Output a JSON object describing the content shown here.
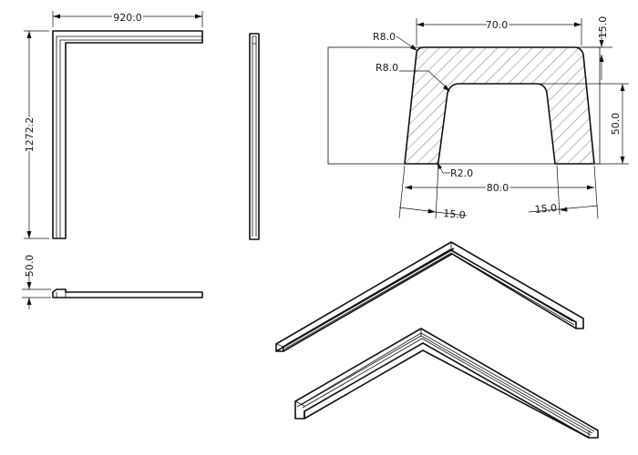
{
  "drawing": {
    "front_view": {
      "width_label": "920.0",
      "height_label": "1272.2"
    },
    "bottom_view": {
      "height_label": "50.0"
    },
    "section": {
      "top_width_label": "70.0",
      "top_offset_label": "15.0",
      "height_label": "50.0",
      "bottom_width_label": "80.0",
      "left_wall_label": "15.0",
      "right_wall_label": "15.0",
      "outer_radius_label": "R8.0",
      "inner_radius_label": "R8.0",
      "foot_radius_label": "R2.0"
    }
  }
}
